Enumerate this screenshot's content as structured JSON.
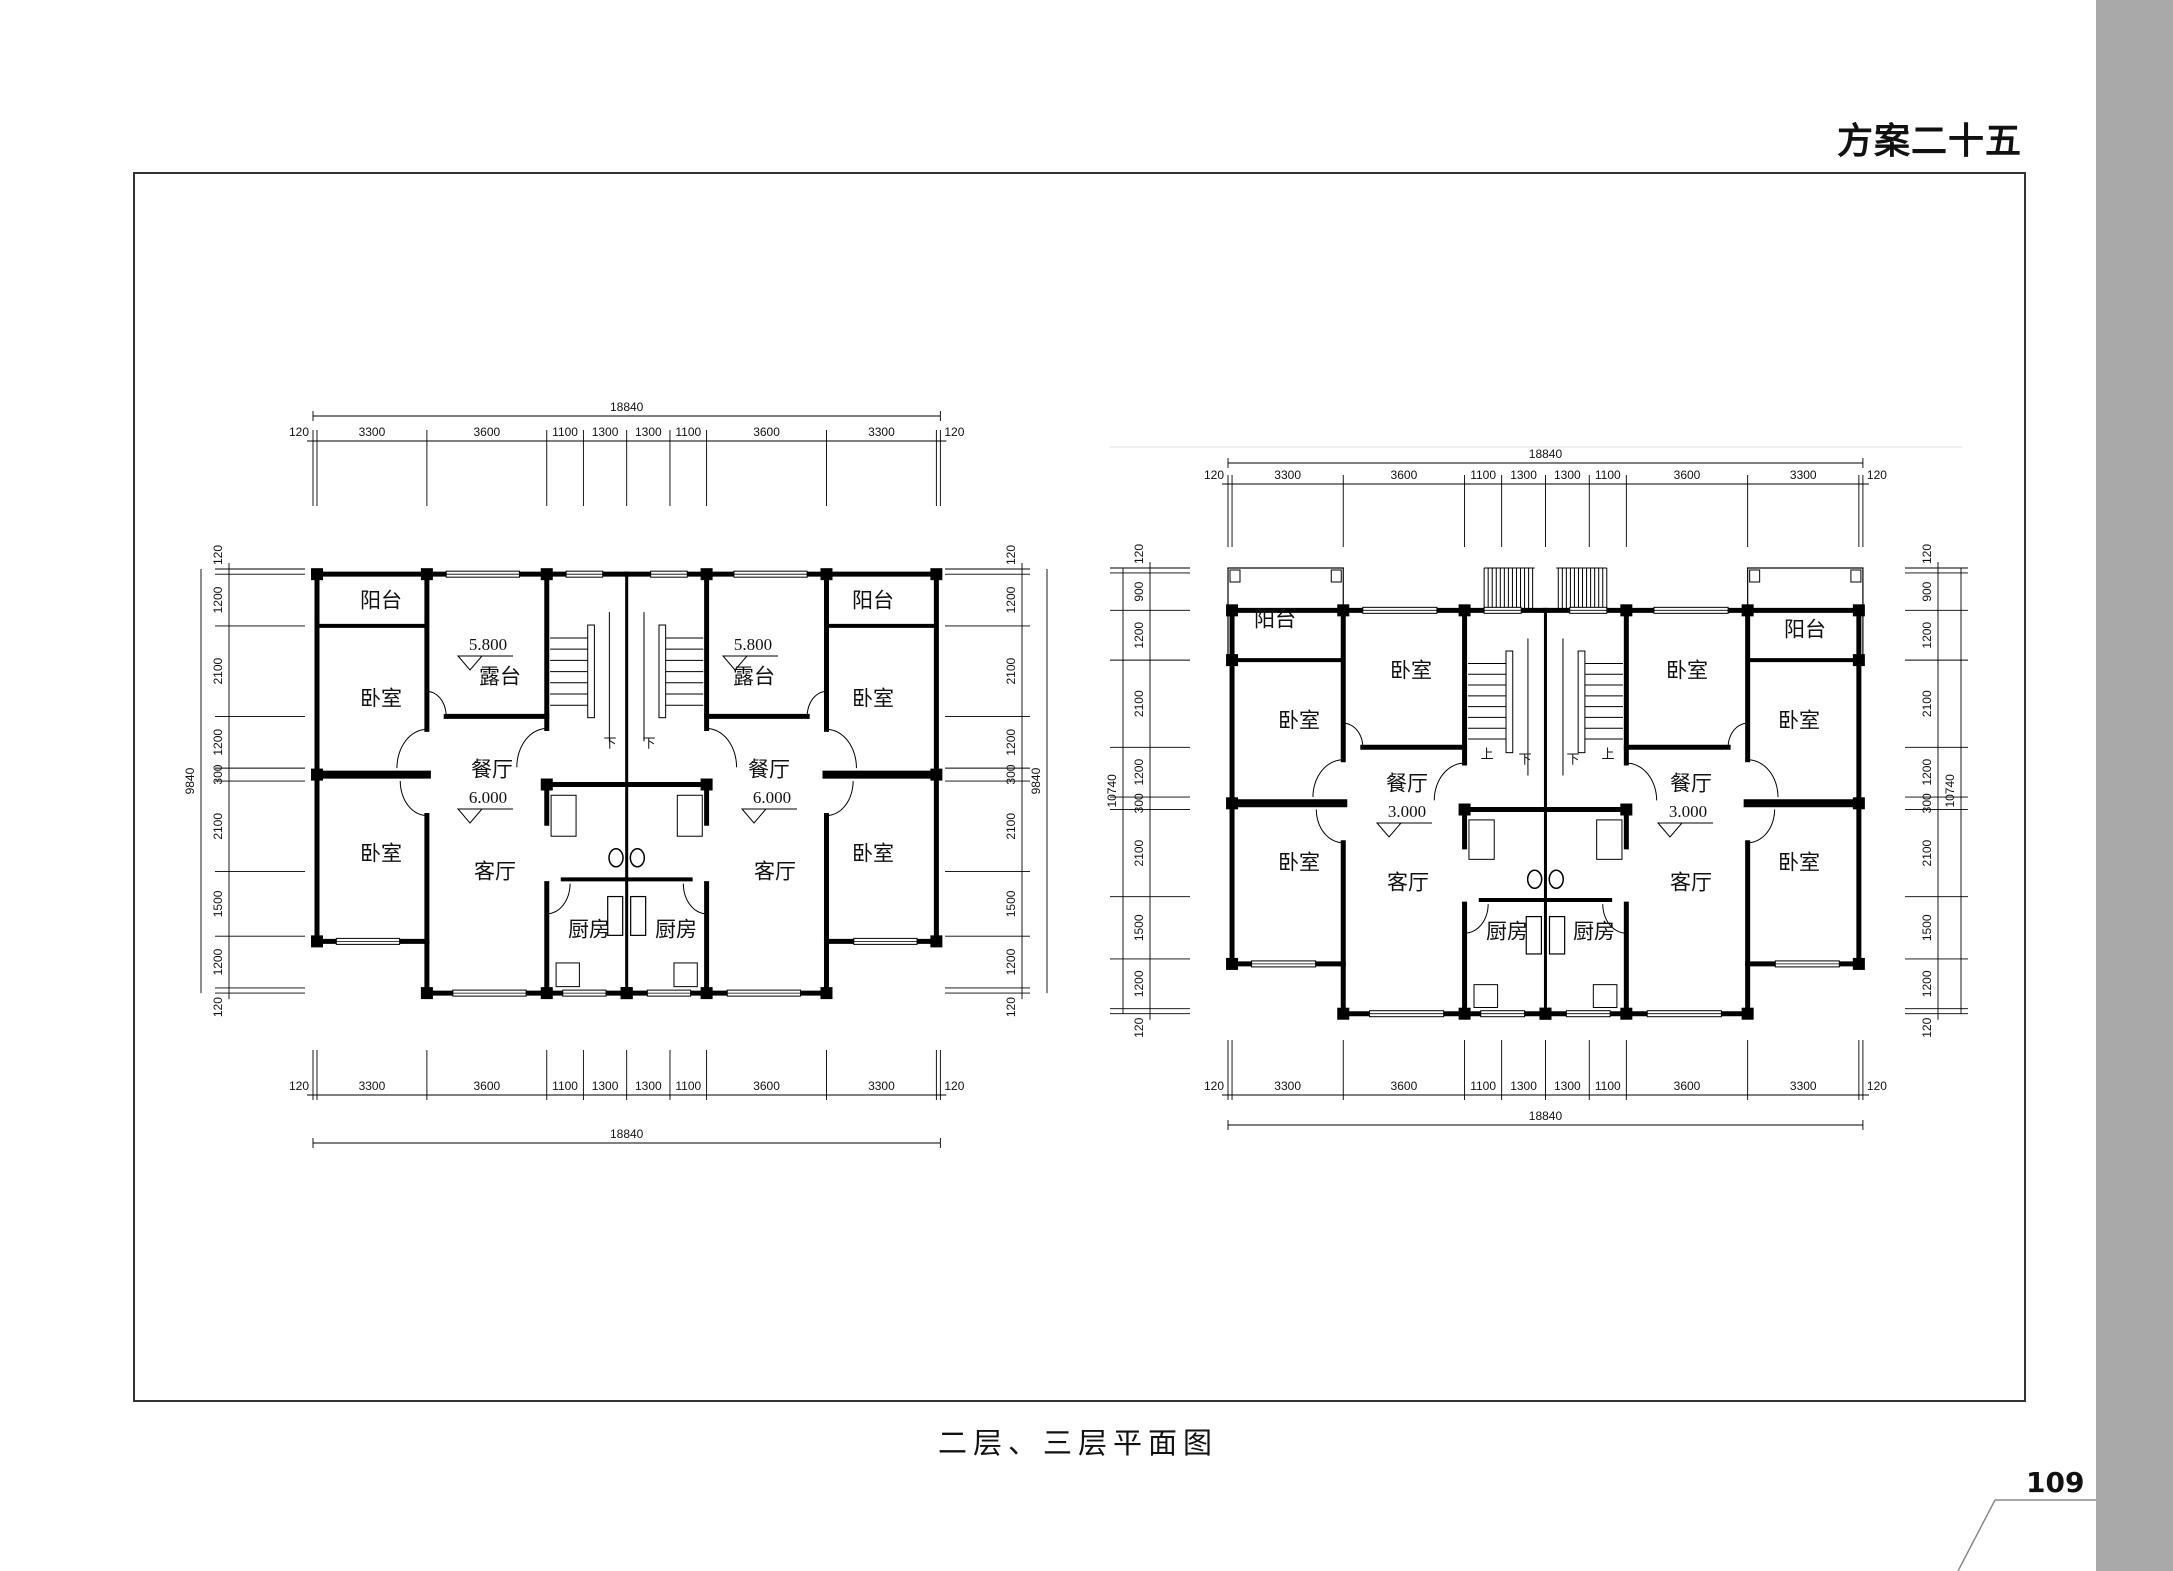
{
  "page": {
    "title": "方案二十五",
    "caption": "二层、三层平面图",
    "page_number": "109"
  },
  "plan_left": {
    "total_width": "18840",
    "width_dims": [
      "120",
      "3300",
      "3600",
      "1100",
      "1300",
      "1300",
      "1100",
      "3600",
      "3300",
      "120"
    ],
    "total_depth": "9840",
    "depth_dims": [
      "120",
      "1200",
      "2100",
      "1200",
      "300",
      "2100",
      "1500",
      "1200",
      "120"
    ],
    "labels": [
      "阳台",
      "卧室",
      "卧室",
      "露台",
      "5.800",
      "餐厅",
      "6.000",
      "客厅",
      "厨房",
      "下",
      "阳台",
      "露台",
      "5.800",
      "卧室",
      "餐厅",
      "6.000",
      "客厅",
      "卧室",
      "厨房",
      "下"
    ]
  },
  "plan_right": {
    "total_width": "18840",
    "width_dims": [
      "120",
      "3300",
      "3600",
      "1100",
      "1300",
      "1300",
      "1100",
      "3600",
      "3300",
      "120"
    ],
    "total_depth": "10740",
    "depth_dims": [
      "120",
      "900",
      "1200",
      "2100",
      "1200",
      "300",
      "2100",
      "1500",
      "1200",
      "120"
    ],
    "labels": [
      "阳台",
      "卧室",
      "卧室",
      "餐厅",
      "3.000",
      "卧室",
      "客厅",
      "厨房",
      "上",
      "下",
      "阳台",
      "卧室",
      "卧室",
      "餐厅",
      "3.000",
      "卧室",
      "客厅",
      "厨房",
      "下",
      "上"
    ]
  }
}
